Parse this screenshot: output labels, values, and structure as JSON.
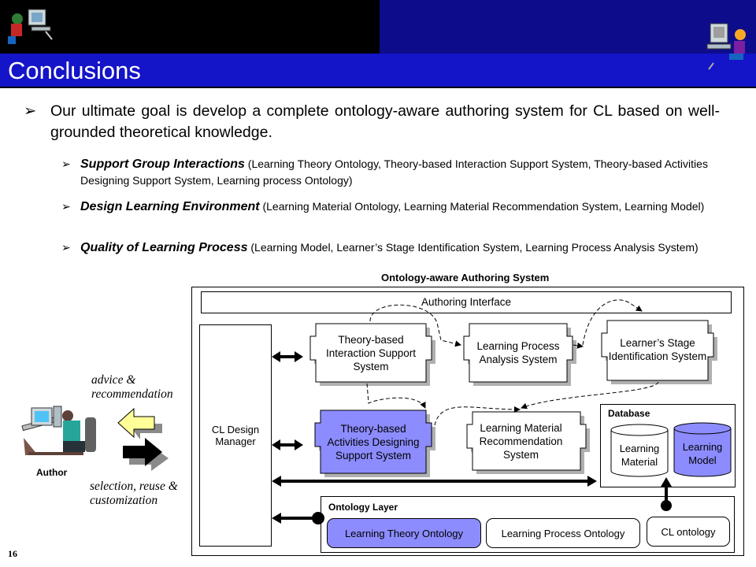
{
  "slide": {
    "title": "Conclusions",
    "page_number": "16",
    "main_bullet": "Our ultimate goal is develop a complete ontology-aware authoring system for CL based on well-grounded theoretical knowledge.",
    "sub_bullets": [
      {
        "heading": "Support Group Interactions",
        "detail": " (Learning Theory Ontology, Theory-based Interaction Support System, Theory-based Activities Designing Support System, Learning process Ontology)"
      },
      {
        "heading": "Design Learning Environment",
        "detail": " (Learning Material Ontology, Learning Material Recommendation System, Learning Model)"
      },
      {
        "heading": "Quality of Learning Process",
        "detail": " (Learning Model, Learner’s Stage Identification System, Learning Process Analysis System)"
      }
    ]
  },
  "diagram": {
    "title": "Ontology-aware Authoring System",
    "authoring_interface": "Authoring Interface",
    "cl_design_manager": "CL Design Manager",
    "nodes": {
      "interaction": "Theory-based Interaction Support System",
      "process_analysis": "Learning Process Analysis System",
      "stage_identification": "Learner’s Stage Identification System",
      "activities_designing": "Theory-based Activities Designing Support System",
      "material_recommendation": "Learning Material Recommendation System"
    },
    "database": {
      "label": "Database",
      "learning_material": "Learning Material",
      "learning_model": "Learning Model"
    },
    "ontology_layer": {
      "label": "Ontology Layer",
      "learning_theory": "Learning Theory Ontology",
      "learning_process": "Learning Process Ontology",
      "cl": "CL ontology"
    },
    "advice_text": "advice & recommendation",
    "selection_text": "selection, reuse & customization",
    "author_label": "Author"
  },
  "colors": {
    "title_bar": "#1414c8",
    "header_blue": "#0d0d8c",
    "highlight_fill": "#8c8cff",
    "advice_arrow": "#ffff99"
  }
}
